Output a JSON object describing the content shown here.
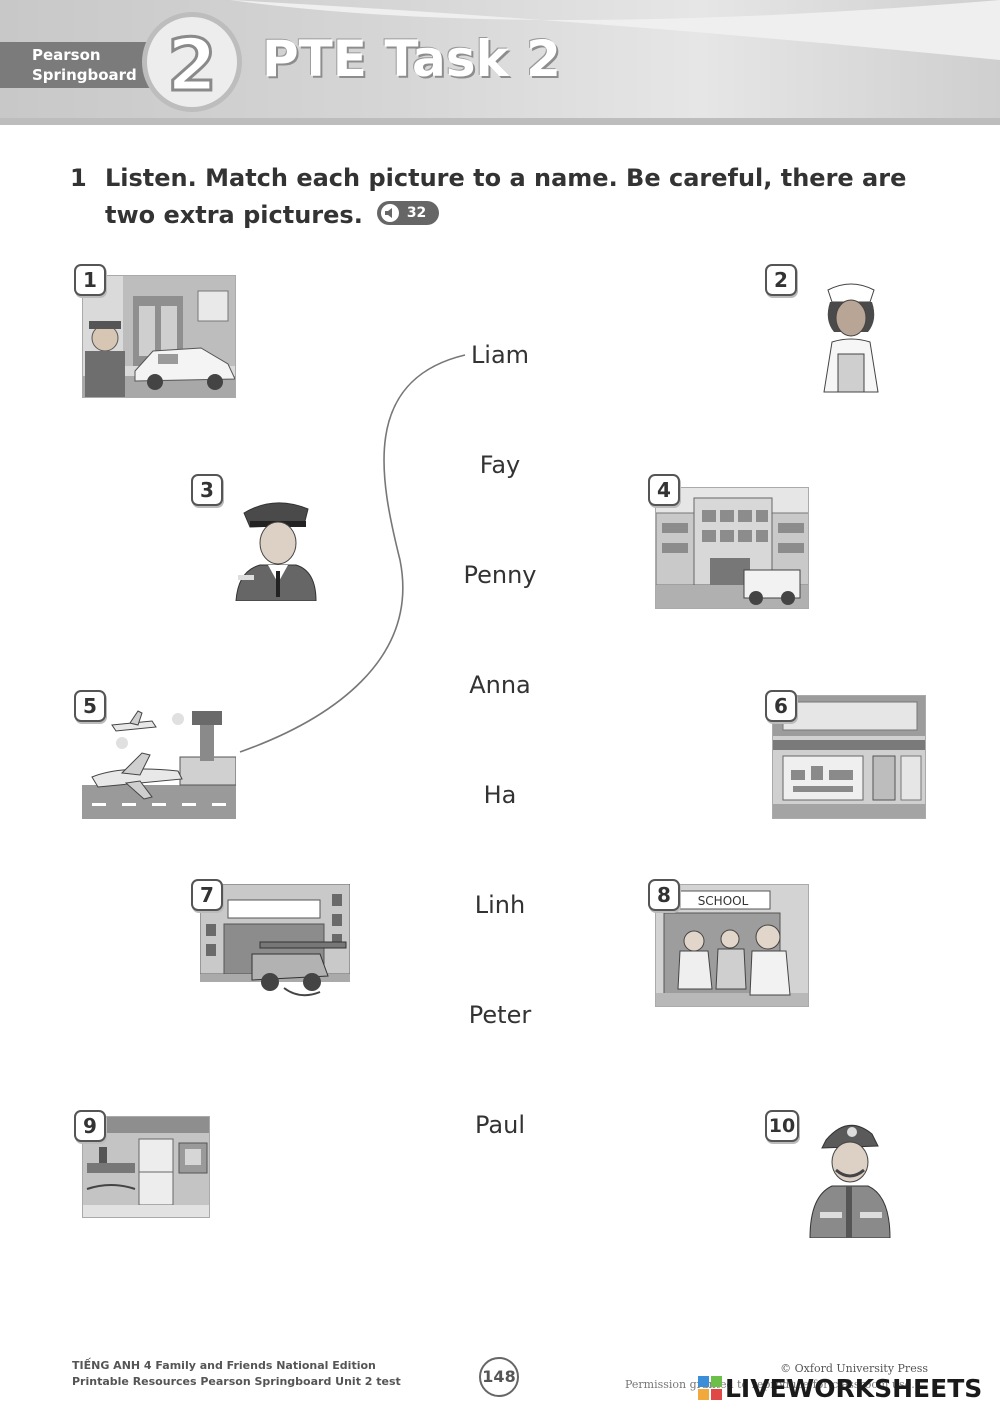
{
  "header": {
    "brand_line1": "Pearson",
    "brand_line2": "Springboard",
    "unit_number": "2",
    "title": "PTE Task 2"
  },
  "instruction": {
    "number": "1",
    "text": "Listen. Match each picture to a name. Be careful, there are two extra pictures.",
    "audio_track": "32"
  },
  "pictures": [
    {
      "number": "1",
      "icon": "police-officer-with-car-icon"
    },
    {
      "number": "2",
      "icon": "nurse-icon"
    },
    {
      "number": "3",
      "icon": "pilot-icon"
    },
    {
      "number": "4",
      "icon": "hospital-building-icon"
    },
    {
      "number": "5",
      "icon": "airport-icon"
    },
    {
      "number": "6",
      "icon": "shop-front-icon"
    },
    {
      "number": "7",
      "icon": "fire-station-icon"
    },
    {
      "number": "8",
      "icon": "school-children-icon"
    },
    {
      "number": "9",
      "icon": "bank-interior-icon"
    },
    {
      "number": "10",
      "icon": "firefighter-icon"
    }
  ],
  "school_sign": "SCHOOL",
  "names": [
    "Liam",
    "Fay",
    "Penny",
    "Anna",
    "Ha",
    "Linh",
    "Peter",
    "Paul"
  ],
  "footer": {
    "left_line1": "TIẾNG ANH 4 Family and Friends National Edition",
    "left_line2": "Printable Resources Pearson Springboard Unit 2 test",
    "page_number": "148",
    "copyright": "© Oxford University Press",
    "permission": "Permission granted to reproduce for classroom use.",
    "watermark": "LIVEWORKSHEETS"
  }
}
